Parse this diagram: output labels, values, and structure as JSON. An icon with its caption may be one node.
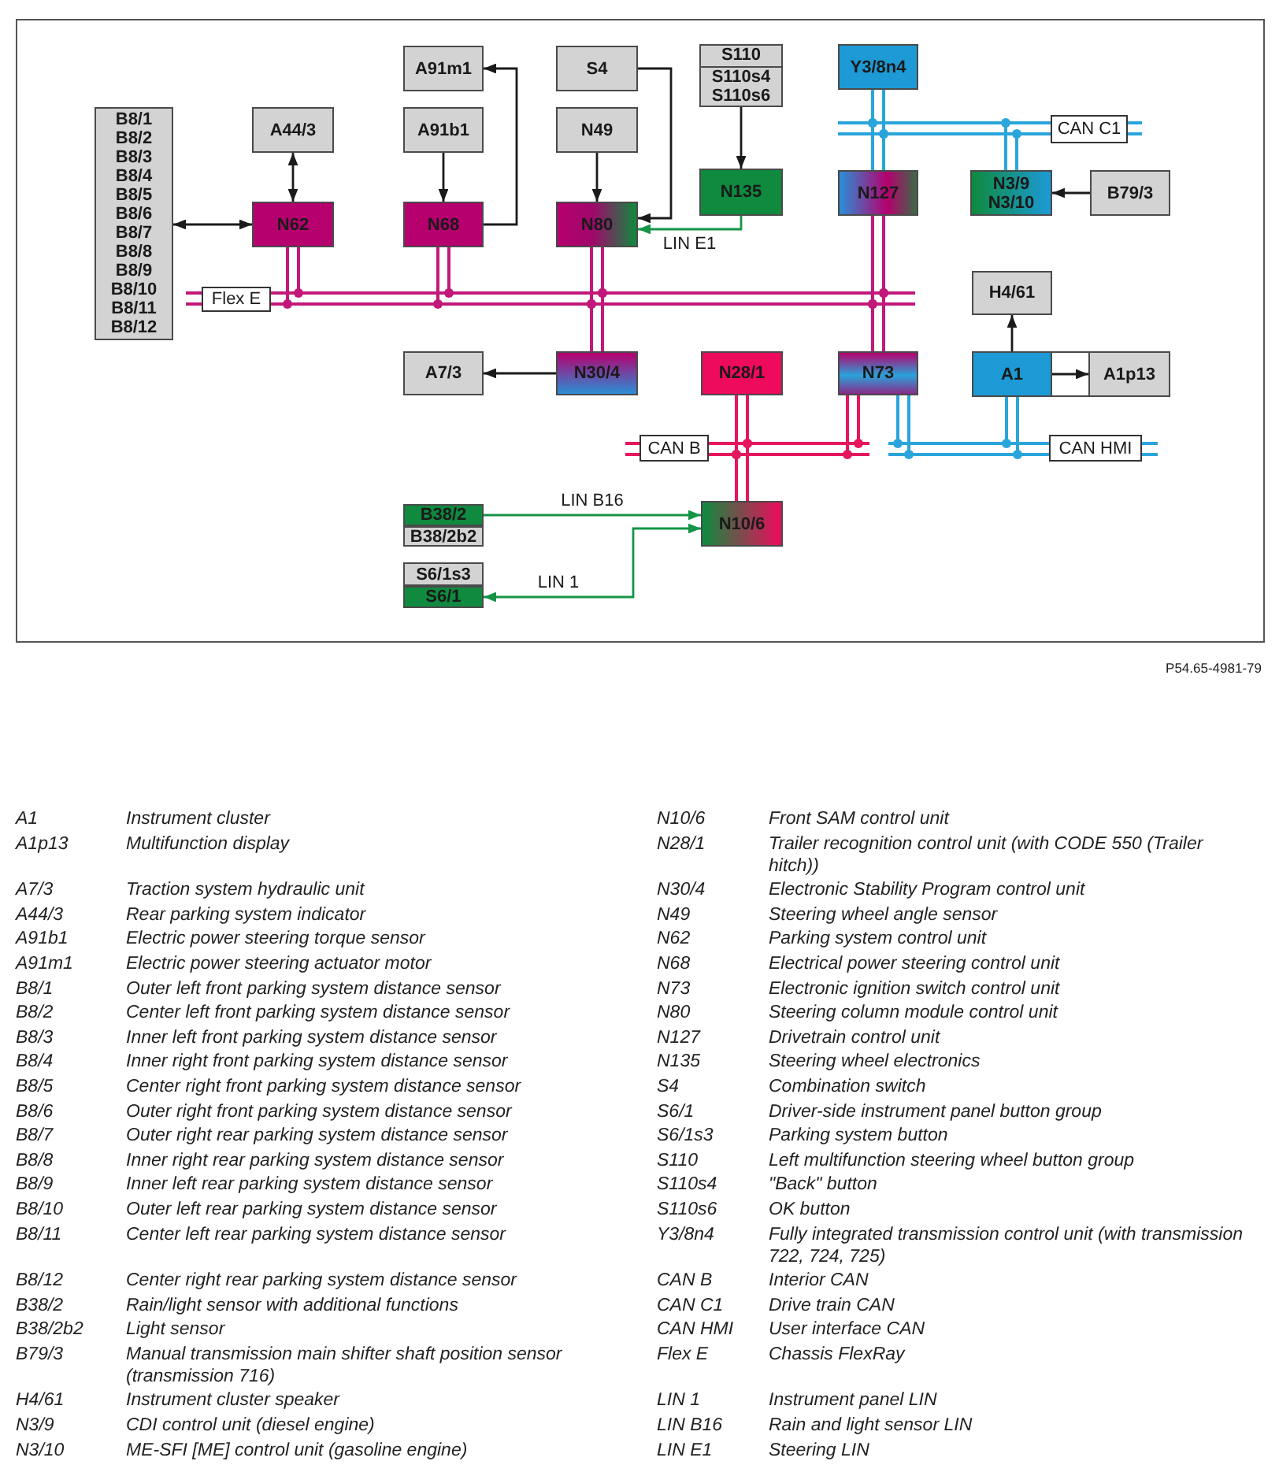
{
  "diagram": {
    "nodes": [
      {
        "text": [
          "A91m1"
        ]
      },
      {
        "text": [
          "S4"
        ]
      },
      {
        "text": [
          "S110",
          "S110s4",
          "S110s6"
        ]
      },
      {
        "text": [
          "Y3/8n4"
        ]
      },
      {
        "text": [
          "B8/1",
          "B8/2",
          "B8/3",
          "B8/4",
          "B8/5",
          "B8/6",
          "B8/7",
          "B8/8",
          "B8/9",
          "B8/10",
          "B8/11",
          "B8/12"
        ]
      },
      {
        "text": [
          "A44/3"
        ]
      },
      {
        "text": [
          "A91b1"
        ]
      },
      {
        "text": [
          "N49"
        ]
      },
      {
        "text": [
          "CAN C1"
        ]
      },
      {
        "text": [
          "N135"
        ]
      },
      {
        "text": [
          "N127"
        ]
      },
      {
        "text": [
          "N3/9",
          "N3/10"
        ]
      },
      {
        "text": [
          "B79/3"
        ]
      },
      {
        "text": [
          "N62"
        ]
      },
      {
        "text": [
          "N68"
        ]
      },
      {
        "text": [
          "N80"
        ]
      },
      {
        "text": [
          "H4/61"
        ]
      },
      {
        "text": [
          "Flex E"
        ]
      },
      {
        "text": [
          "A7/3"
        ]
      },
      {
        "text": [
          "N30/4"
        ]
      },
      {
        "text": [
          "N28/1"
        ]
      },
      {
        "text": [
          "N73"
        ]
      },
      {
        "text": [
          "A1"
        ]
      },
      {
        "text": [
          "A1p13"
        ]
      },
      {
        "text": [
          "CAN B"
        ]
      },
      {
        "text": [
          "CAN HMI"
        ]
      },
      {
        "text": [
          "B38/2"
        ]
      },
      {
        "text": [
          "N10/6"
        ]
      },
      {
        "text": [
          "B38/2b2"
        ]
      },
      {
        "text": [
          "S6/1s3"
        ]
      },
      {
        "text": [
          "S6/1"
        ]
      }
    ],
    "edges": [
      {
        "from": 4,
        "to": 13,
        "arrow": "both"
      },
      {
        "from": 5,
        "to": 13,
        "arrow": "both"
      },
      {
        "from": 6,
        "to": 14,
        "arrow": "to"
      },
      {
        "from": 14,
        "to": 0,
        "arrow": "to"
      },
      {
        "from": 7,
        "to": 15,
        "arrow": "to"
      },
      {
        "from": 1,
        "to": 15,
        "arrow": "to"
      },
      {
        "from": 2,
        "to": 9,
        "arrow": "to"
      },
      {
        "from": 9,
        "to": 15,
        "arrow": "to",
        "label": "LIN E1",
        "color": "#159447"
      },
      {
        "from": 12,
        "to": 11,
        "arrow": "to"
      },
      {
        "from": 22,
        "to": 16,
        "arrow": "to"
      },
      {
        "from": 22,
        "to": 23,
        "arrow": "to"
      },
      {
        "from": 19,
        "to": 18,
        "arrow": "to"
      },
      {
        "from": 26,
        "to": 27,
        "arrow": "to",
        "label": "LIN B16",
        "color": "#159447"
      },
      {
        "from": 27,
        "to": 30,
        "arrow": "both",
        "label": "LIN 1",
        "color": "#159447"
      },
      {
        "from": 3,
        "to": 8,
        "arrow": "none",
        "color": "#2aa5dc"
      },
      {
        "from": 10,
        "to": 8,
        "arrow": "none",
        "color": "#2aa5dc"
      },
      {
        "from": 11,
        "to": 8,
        "arrow": "none",
        "color": "#2aa5dc"
      },
      {
        "from": 13,
        "to": 17,
        "arrow": "none",
        "color": "#c2187a"
      },
      {
        "from": 14,
        "to": 17,
        "arrow": "none",
        "color": "#c2187a"
      },
      {
        "from": 15,
        "to": 17,
        "arrow": "none",
        "color": "#c2187a"
      },
      {
        "from": 19,
        "to": 17,
        "arrow": "none",
        "color": "#c2187a"
      },
      {
        "from": 10,
        "to": 17,
        "arrow": "none",
        "color": "#c2187a"
      },
      {
        "from": 21,
        "to": 17,
        "arrow": "none",
        "color": "#c2187a"
      },
      {
        "from": 20,
        "to": 24,
        "arrow": "none",
        "color": "#e6165e"
      },
      {
        "from": 27,
        "to": 24,
        "arrow": "none",
        "color": "#e6165e"
      },
      {
        "from": 21,
        "to": 24,
        "arrow": "none",
        "color": "#e6165e"
      },
      {
        "from": 21,
        "to": 25,
        "arrow": "none",
        "color": "#2aa5dc"
      },
      {
        "from": 22,
        "to": 25,
        "arrow": "none",
        "color": "#2aa5dc"
      }
    ],
    "labels": [
      "P54.65-4981-79",
      "A1",
      "Instrument cluster",
      "N10/6",
      "Front SAM control unit",
      "A1p13",
      "Multifunction display",
      "N28/1",
      "Trailer recognition control unit (with CODE 550 (Trailer hitch))",
      "A7/3",
      "Traction system hydraulic unit",
      "N30/4",
      "Electronic Stability Program control unit",
      "A44/3",
      "Rear parking system indicator",
      "N49",
      "Steering wheel angle sensor",
      "A91b1",
      "Electric power steering torque sensor",
      "N62",
      "Parking system control unit",
      "A91m1",
      "Electric power steering actuator motor",
      "N68",
      "Electrical power steering control unit",
      "B8/1",
      "Outer left front parking system distance sensor",
      "N73",
      "Electronic ignition switch control unit",
      "B8/2",
      "Center left front parking system distance sensor",
      "N80",
      "Steering column module control unit",
      "B8/3",
      "Inner left front parking system distance sensor",
      "N127",
      "Drivetrain control unit",
      "B8/4",
      "Inner right front parking system distance sensor",
      "N135",
      "Steering wheel electronics",
      "B8/5",
      "Center right front parking system distance sensor",
      "S4",
      "Combination switch",
      "B8/6",
      "Outer right front parking system distance sensor",
      "S6/1",
      "Driver-side instrument panel button group",
      "B8/7",
      "Outer right rear parking system distance sensor",
      "S6/1s3",
      "Parking system button",
      "B8/8",
      "Inner right rear parking system distance sensor",
      "S110",
      "Left multifunction steering wheel button group",
      "B8/9",
      "Inner left rear parking system distance sensor",
      "S110s4",
      "\"Back\" button",
      "B8/10",
      "Outer left rear parking system distance sensor",
      "S110s6",
      "OK button",
      "B8/11",
      "Center left rear parking system distance sensor",
      "Y3/8n4",
      "Fully integrated transmission control unit (with transmission 722, 724, 725)",
      "B8/12",
      "Center right rear parking system distance sensor",
      "CAN B",
      "Interior CAN",
      "B38/2",
      "Rain/light sensor with additional functions",
      "CAN C1",
      "Drive train CAN",
      "B38/2b2",
      "Light sensor",
      "CAN HMI",
      "User interface CAN",
      "B79/3",
      "Manual transmission main shifter shaft position sensor (transmission 716)",
      "Flex E",
      "Chassis FlexRay",
      "H4/61",
      "Instrument cluster speaker",
      "LIN 1",
      "Instrument panel LIN",
      "N3/9",
      "CDI control unit (diesel engine)",
      "LIN B16",
      "Rain and light sensor LIN",
      "N3/10",
      "ME-SFI [ME] control unit (gasoline engine)",
      "LIN E1",
      "Steering LIN"
    ]
  }
}
